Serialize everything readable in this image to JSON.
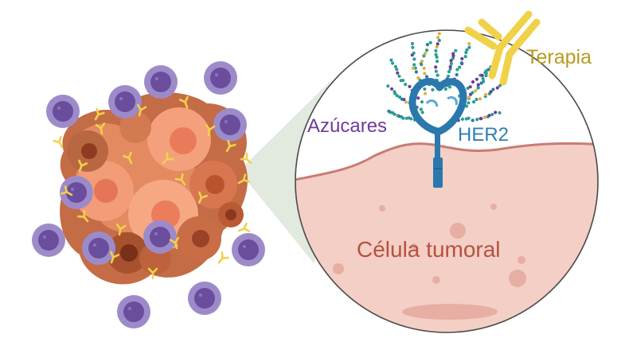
{
  "labels": {
    "sugars": "Azúcares",
    "her2": "HER2",
    "therapy": "Terapia",
    "tumor_cell": "Célula tumoral"
  },
  "colors": {
    "sugars_text": "#6f3a9a",
    "her2_text": "#2f7fb5",
    "therapy_text": "#b99a1c",
    "cell_text": "#b5523f",
    "membrane_fill": "#f3cfc6",
    "membrane_edge": "#c97c73",
    "receptor": "#2a78ad",
    "antibody": "#f0d24a",
    "immune_cell": "#9d8bc9",
    "immune_nucleus": "#6a4d9c",
    "tumor_cell_light": "#f2a27c",
    "tumor_cell_dark": "#b45a35",
    "zoom_cone": "#dfe7dc",
    "glycan_teal": "#2a9d93"
  },
  "icons": {
    "tumor_cluster": "tumor-cluster-icon",
    "immune_cell": "immune-cell-icon",
    "antibody": "antibody-icon",
    "receptor": "her2-receptor-icon",
    "glycan": "glycan-icon"
  }
}
